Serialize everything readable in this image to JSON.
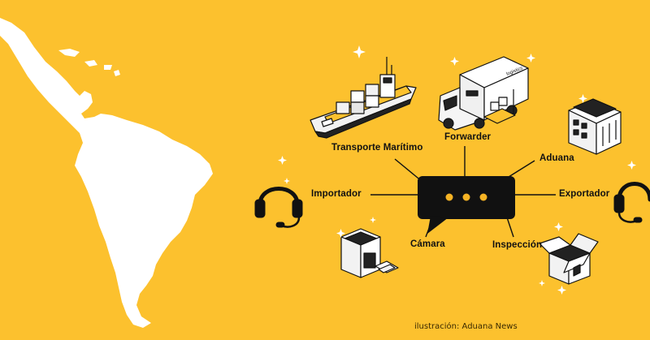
{
  "diagram": {
    "hub": {
      "icon": "chat-bubble-ellipsis-icon"
    },
    "nodes": [
      {
        "id": "transporte",
        "label": "Transporte Marítimo",
        "icon": "cargo-ship-icon"
      },
      {
        "id": "forwarder",
        "label": "Forwarder",
        "icon": "delivery-truck-icon"
      },
      {
        "id": "aduana",
        "label": "Aduana",
        "icon": "customs-building-icon"
      },
      {
        "id": "importador",
        "label": "Importador",
        "icon": "headset-icon"
      },
      {
        "id": "exportador",
        "label": "Exportador",
        "icon": "headset-icon"
      },
      {
        "id": "camara",
        "label": "Cámara",
        "icon": "chamber-building-icon"
      },
      {
        "id": "inspeccion",
        "label": "Inspección",
        "icon": "open-box-icon"
      }
    ],
    "truck_brand": "logistics",
    "map": {
      "icon": "latin-america-map-icon"
    }
  },
  "credit": "ilustración: Aduana News",
  "colors": {
    "background": "#FCC12E",
    "ink": "#111111",
    "map": "#FFFFFF",
    "accent": "#F5B324"
  }
}
